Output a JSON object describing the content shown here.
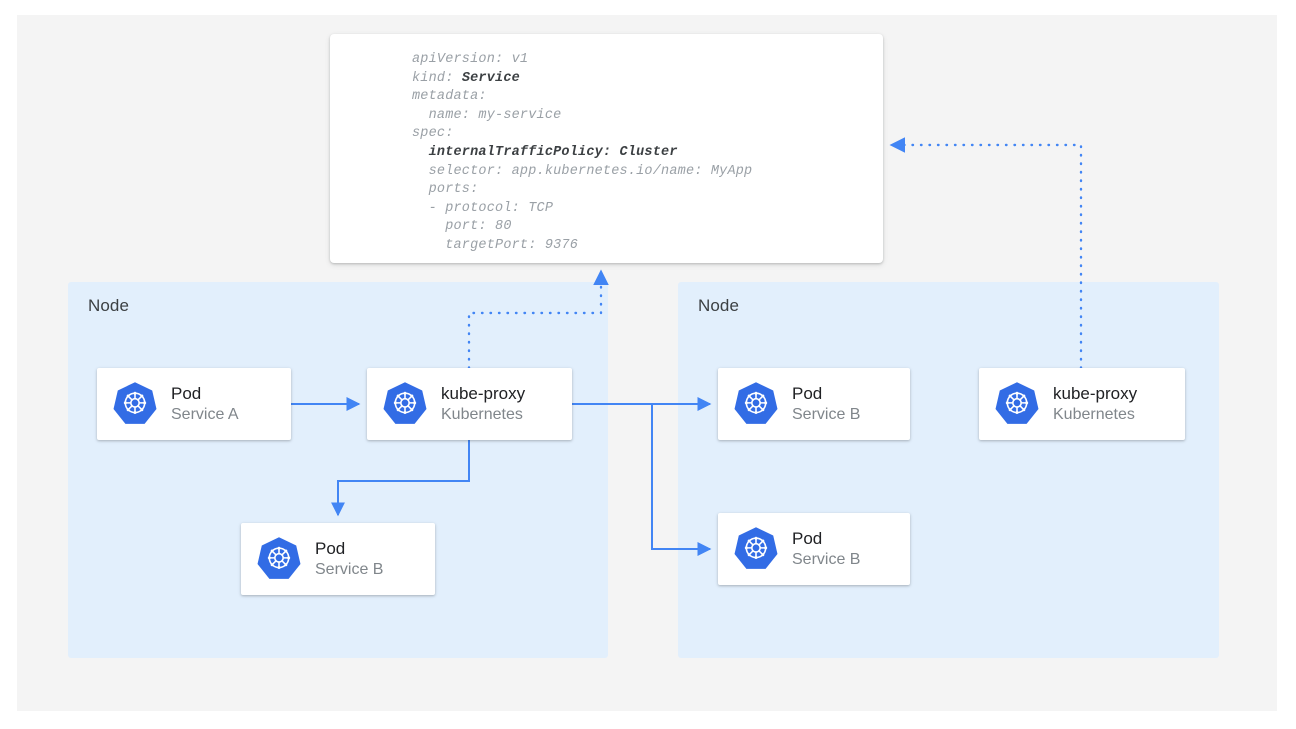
{
  "diagram": {
    "title": "Kubernetes Service internalTrafficPolicy Cluster traffic routing",
    "colors": {
      "page_background": "#ffffff",
      "canvas_background": "#f4f4f4",
      "node_background": "#e2effc",
      "card_background": "#ffffff",
      "arrow_blue": "#4285f4",
      "k8s_logo_blue": "#326ce5",
      "title_text": "#202124",
      "subtitle_text": "#80868b",
      "code_text": "#9aa0a6",
      "code_emphasis_text": "#3c4043"
    }
  },
  "yaml_panel": {
    "name": "service-manifest",
    "lines": [
      {
        "text": "apiVersion: v1",
        "bold": false
      },
      {
        "text": "kind: ",
        "bold_suffix": "Service"
      },
      {
        "text": "metadata:",
        "bold": false
      },
      {
        "text": "  name: my-service",
        "bold": false
      },
      {
        "text": "spec:",
        "bold": false
      },
      {
        "text": "  internalTrafficPolicy: Cluster",
        "bold": true
      },
      {
        "text": "  selector: app.kubernetes.io/name: MyApp",
        "bold": false
      },
      {
        "text": "  ports:",
        "bold": false
      },
      {
        "text": "  - protocol: TCP",
        "bold": false
      },
      {
        "text": "    port: 80",
        "bold": false
      },
      {
        "text": "    targetPort: 9376",
        "bold": false
      }
    ],
    "plain_text": "apiVersion: v1\nkind: Service\nmetadata:\n  name: my-service\nspec:\n  internalTrafficPolicy: Cluster\n  selector: app.kubernetes.io/name: MyApp\n  ports:\n  - protocol: TCP\n    port: 80\n    targetPort: 9376"
  },
  "nodes": [
    {
      "id": "node-left",
      "label": "Node"
    },
    {
      "id": "node-right",
      "label": "Node"
    }
  ],
  "cards": [
    {
      "id": "pod-a",
      "title": "Pod",
      "subtitle": "Service A",
      "icon": "kubernetes-logo-icon"
    },
    {
      "id": "kube-proxy-left",
      "title": "kube-proxy",
      "subtitle": "Kubernetes",
      "icon": "kubernetes-logo-icon"
    },
    {
      "id": "pod-b-left",
      "title": "Pod",
      "subtitle": "Service B",
      "icon": "kubernetes-logo-icon"
    },
    {
      "id": "pod-b-right-top",
      "title": "Pod",
      "subtitle": "Service B",
      "icon": "kubernetes-logo-icon"
    },
    {
      "id": "pod-b-right-bot",
      "title": "Pod",
      "subtitle": "Service B",
      "icon": "kubernetes-logo-icon"
    },
    {
      "id": "kube-proxy-right",
      "title": "kube-proxy",
      "subtitle": "Kubernetes",
      "icon": "kubernetes-logo-icon"
    }
  ],
  "connections": [
    {
      "id": "pod-a-to-kube-proxy",
      "from": "pod-a",
      "to": "kube-proxy-left",
      "style": "solid",
      "arrow": true
    },
    {
      "id": "kube-proxy-to-pod-b-local",
      "from": "kube-proxy-left",
      "to": "pod-b-left",
      "style": "solid",
      "arrow": true
    },
    {
      "id": "kube-proxy-to-pod-b-top",
      "from": "kube-proxy-left",
      "to": "pod-b-right-top",
      "style": "solid",
      "arrow": true
    },
    {
      "id": "kube-proxy-to-pod-b-bottom",
      "from": "kube-proxy-left",
      "to": "pod-b-right-bot",
      "style": "solid",
      "arrow": true
    },
    {
      "id": "kube-proxy-left-to-manifest",
      "from": "kube-proxy-left",
      "to": "service-manifest",
      "style": "dotted",
      "arrow": true
    },
    {
      "id": "kube-proxy-right-to-manifest",
      "from": "kube-proxy-right",
      "to": "service-manifest",
      "style": "dotted",
      "arrow": true
    }
  ]
}
